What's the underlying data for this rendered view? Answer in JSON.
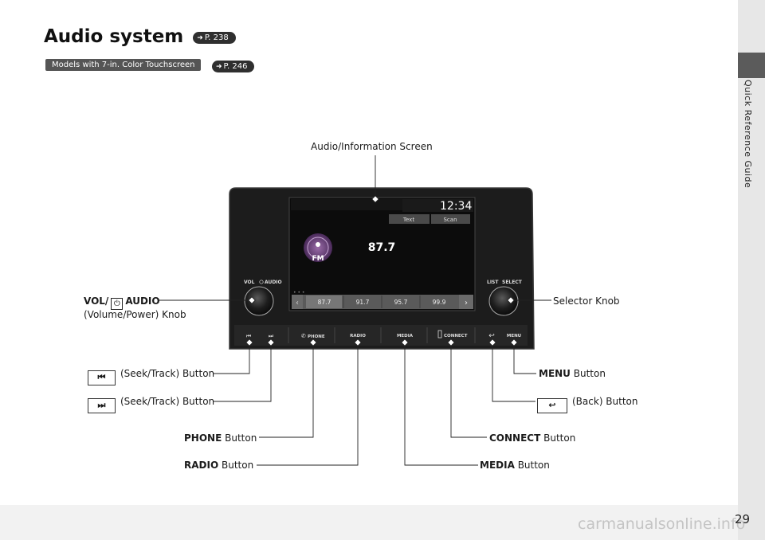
{
  "page": {
    "title": "Audio system",
    "title_ref": "P. 238",
    "models_note": "Models with 7-in. Color Touchscreen",
    "models_ref": "P. 246",
    "side_label": "Quick Reference Guide",
    "page_number": "29",
    "watermark": "carmanualsonline.info"
  },
  "callouts": {
    "screen": "Audio/Information Screen",
    "vol_bold": "VOL/",
    "vol_bold2": "AUDIO",
    "vol_sub": "(Volume/Power) Knob",
    "selector": "Selector Knob",
    "seek_back": "(Seek/Track) Button",
    "seek_fwd": "(Seek/Track) Button",
    "menu_bold": "MENU",
    "menu_rest": "Button",
    "back": "(Back) Button",
    "phone_bold": "PHONE",
    "phone_rest": "Button",
    "radio_bold": "RADIO",
    "radio_rest": "Button",
    "connect_bold": "CONNECT",
    "connect_rest": "Button",
    "media_bold": "MEDIA",
    "media_rest": "Button"
  },
  "unit": {
    "clock": "12:34",
    "tab_text": "Text",
    "tab_scan": "Scan",
    "band": "FM",
    "frequency": "87.7",
    "presets": [
      "87.7",
      "91.7",
      "95.7",
      "99.9"
    ],
    "vol_label": "VOL",
    "audio_label": "AUDIO",
    "list_label": "LIST",
    "select_label": "SELECT",
    "buttons": {
      "phone": "PHONE",
      "radio": "RADIO",
      "media": "MEDIA",
      "connect": "CONNECT",
      "menu": "MENU"
    }
  },
  "icons": [
    "seek-back-icon",
    "seek-forward-icon",
    "power-icon",
    "back-arrow-icon",
    "phone-icon",
    "usb-icon"
  ],
  "colors": {
    "unit_body": "#1c1c1c",
    "screen_bg": "#0c0c0c",
    "preset_bar": "#5a5a5a",
    "pill": "#2f2f2f"
  }
}
